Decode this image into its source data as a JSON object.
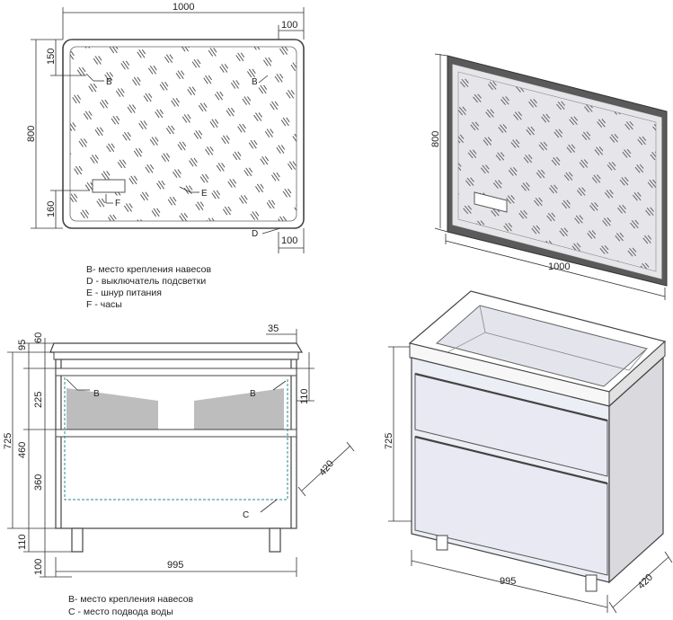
{
  "mirror_front": {
    "dims": {
      "width": "1000",
      "side": "100",
      "height": "800",
      "top": "150",
      "bottom": "160",
      "side_bottom": "100"
    },
    "labels": {
      "b_left": "B",
      "b_right": "B",
      "f": "F",
      "e": "E",
      "d": "D"
    }
  },
  "mirror_iso": {
    "dims": {
      "height": "800",
      "width": "1000"
    }
  },
  "mirror_legend": [
    "B- место крепления навесов",
    "D - выключатель подсветки",
    "E - шнур питания",
    "F - часы"
  ],
  "cabinet_front": {
    "dims": {
      "d95": "95",
      "d60": "60",
      "d35": "35",
      "d225": "225",
      "d110_right": "110",
      "d725": "725",
      "d460": "460",
      "d360": "360",
      "d110": "110",
      "d100": "100",
      "d420": "420",
      "d995": "995"
    },
    "labels": {
      "b_left": "B",
      "b_right": "B",
      "c": "C"
    }
  },
  "cabinet_iso": {
    "dims": {
      "height": "725",
      "width": "995",
      "depth": "420"
    }
  },
  "cabinet_legend": [
    "B- место крепления навесов",
    "C - место подвода воды"
  ],
  "colors": {
    "line": "#333333",
    "glass": "#d8d8de",
    "shade": "#bdbdbd",
    "water": "#2a8a8a",
    "dark_frame": "#555555"
  }
}
